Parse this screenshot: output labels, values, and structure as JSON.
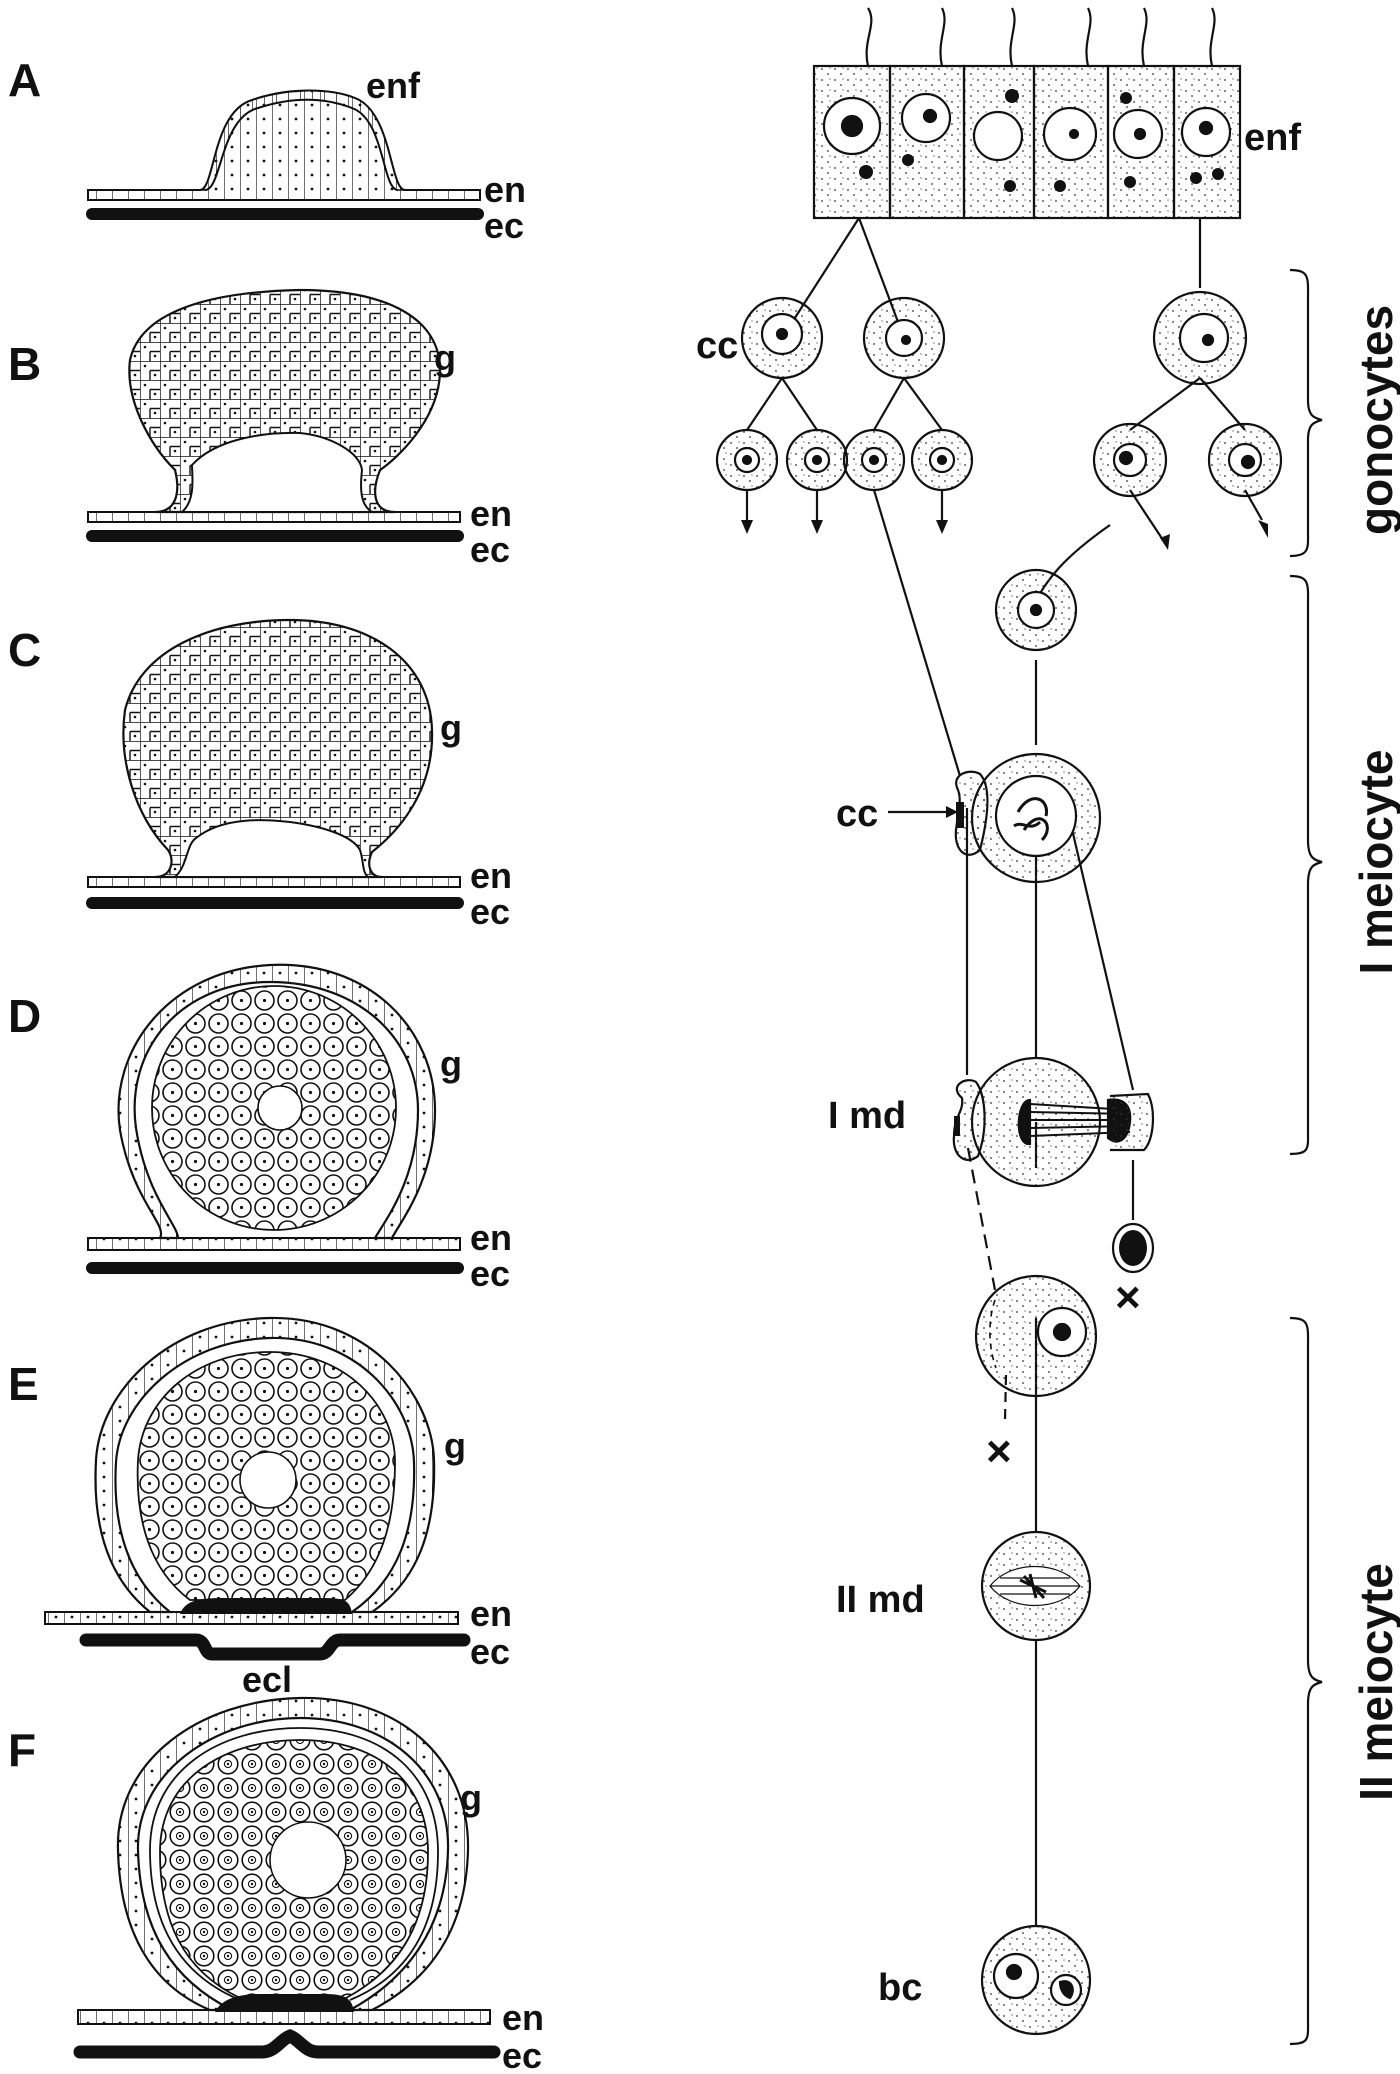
{
  "panels": [
    {
      "letter": "A",
      "labels": {
        "top": "enf",
        "en": "en",
        "ec": "ec"
      }
    },
    {
      "letter": "B",
      "labels": {
        "g": "g",
        "en": "en",
        "ec": "ec"
      }
    },
    {
      "letter": "C",
      "labels": {
        "g": "g",
        "en": "en",
        "ec": "ec"
      }
    },
    {
      "letter": "D",
      "labels": {
        "g": "g",
        "en": "en",
        "ec": "ec"
      }
    },
    {
      "letter": "E",
      "labels": {
        "g": "g",
        "en": "en",
        "ec": "ec",
        "ecl": "ecl"
      }
    },
    {
      "letter": "F",
      "labels": {
        "g": "g",
        "en": "en",
        "ec": "ec"
      }
    }
  ],
  "lineage": {
    "enf": "enf",
    "cc_top": "cc",
    "cc_arrow": "cc",
    "i_md": "I md",
    "ii_md": "II md",
    "bc": "bc",
    "discard_mark": "×"
  },
  "brackets": {
    "gonocytes": "gonocytes",
    "i_meiocyte": "I meiocyte",
    "ii_meiocyte": "II meiocyte"
  }
}
